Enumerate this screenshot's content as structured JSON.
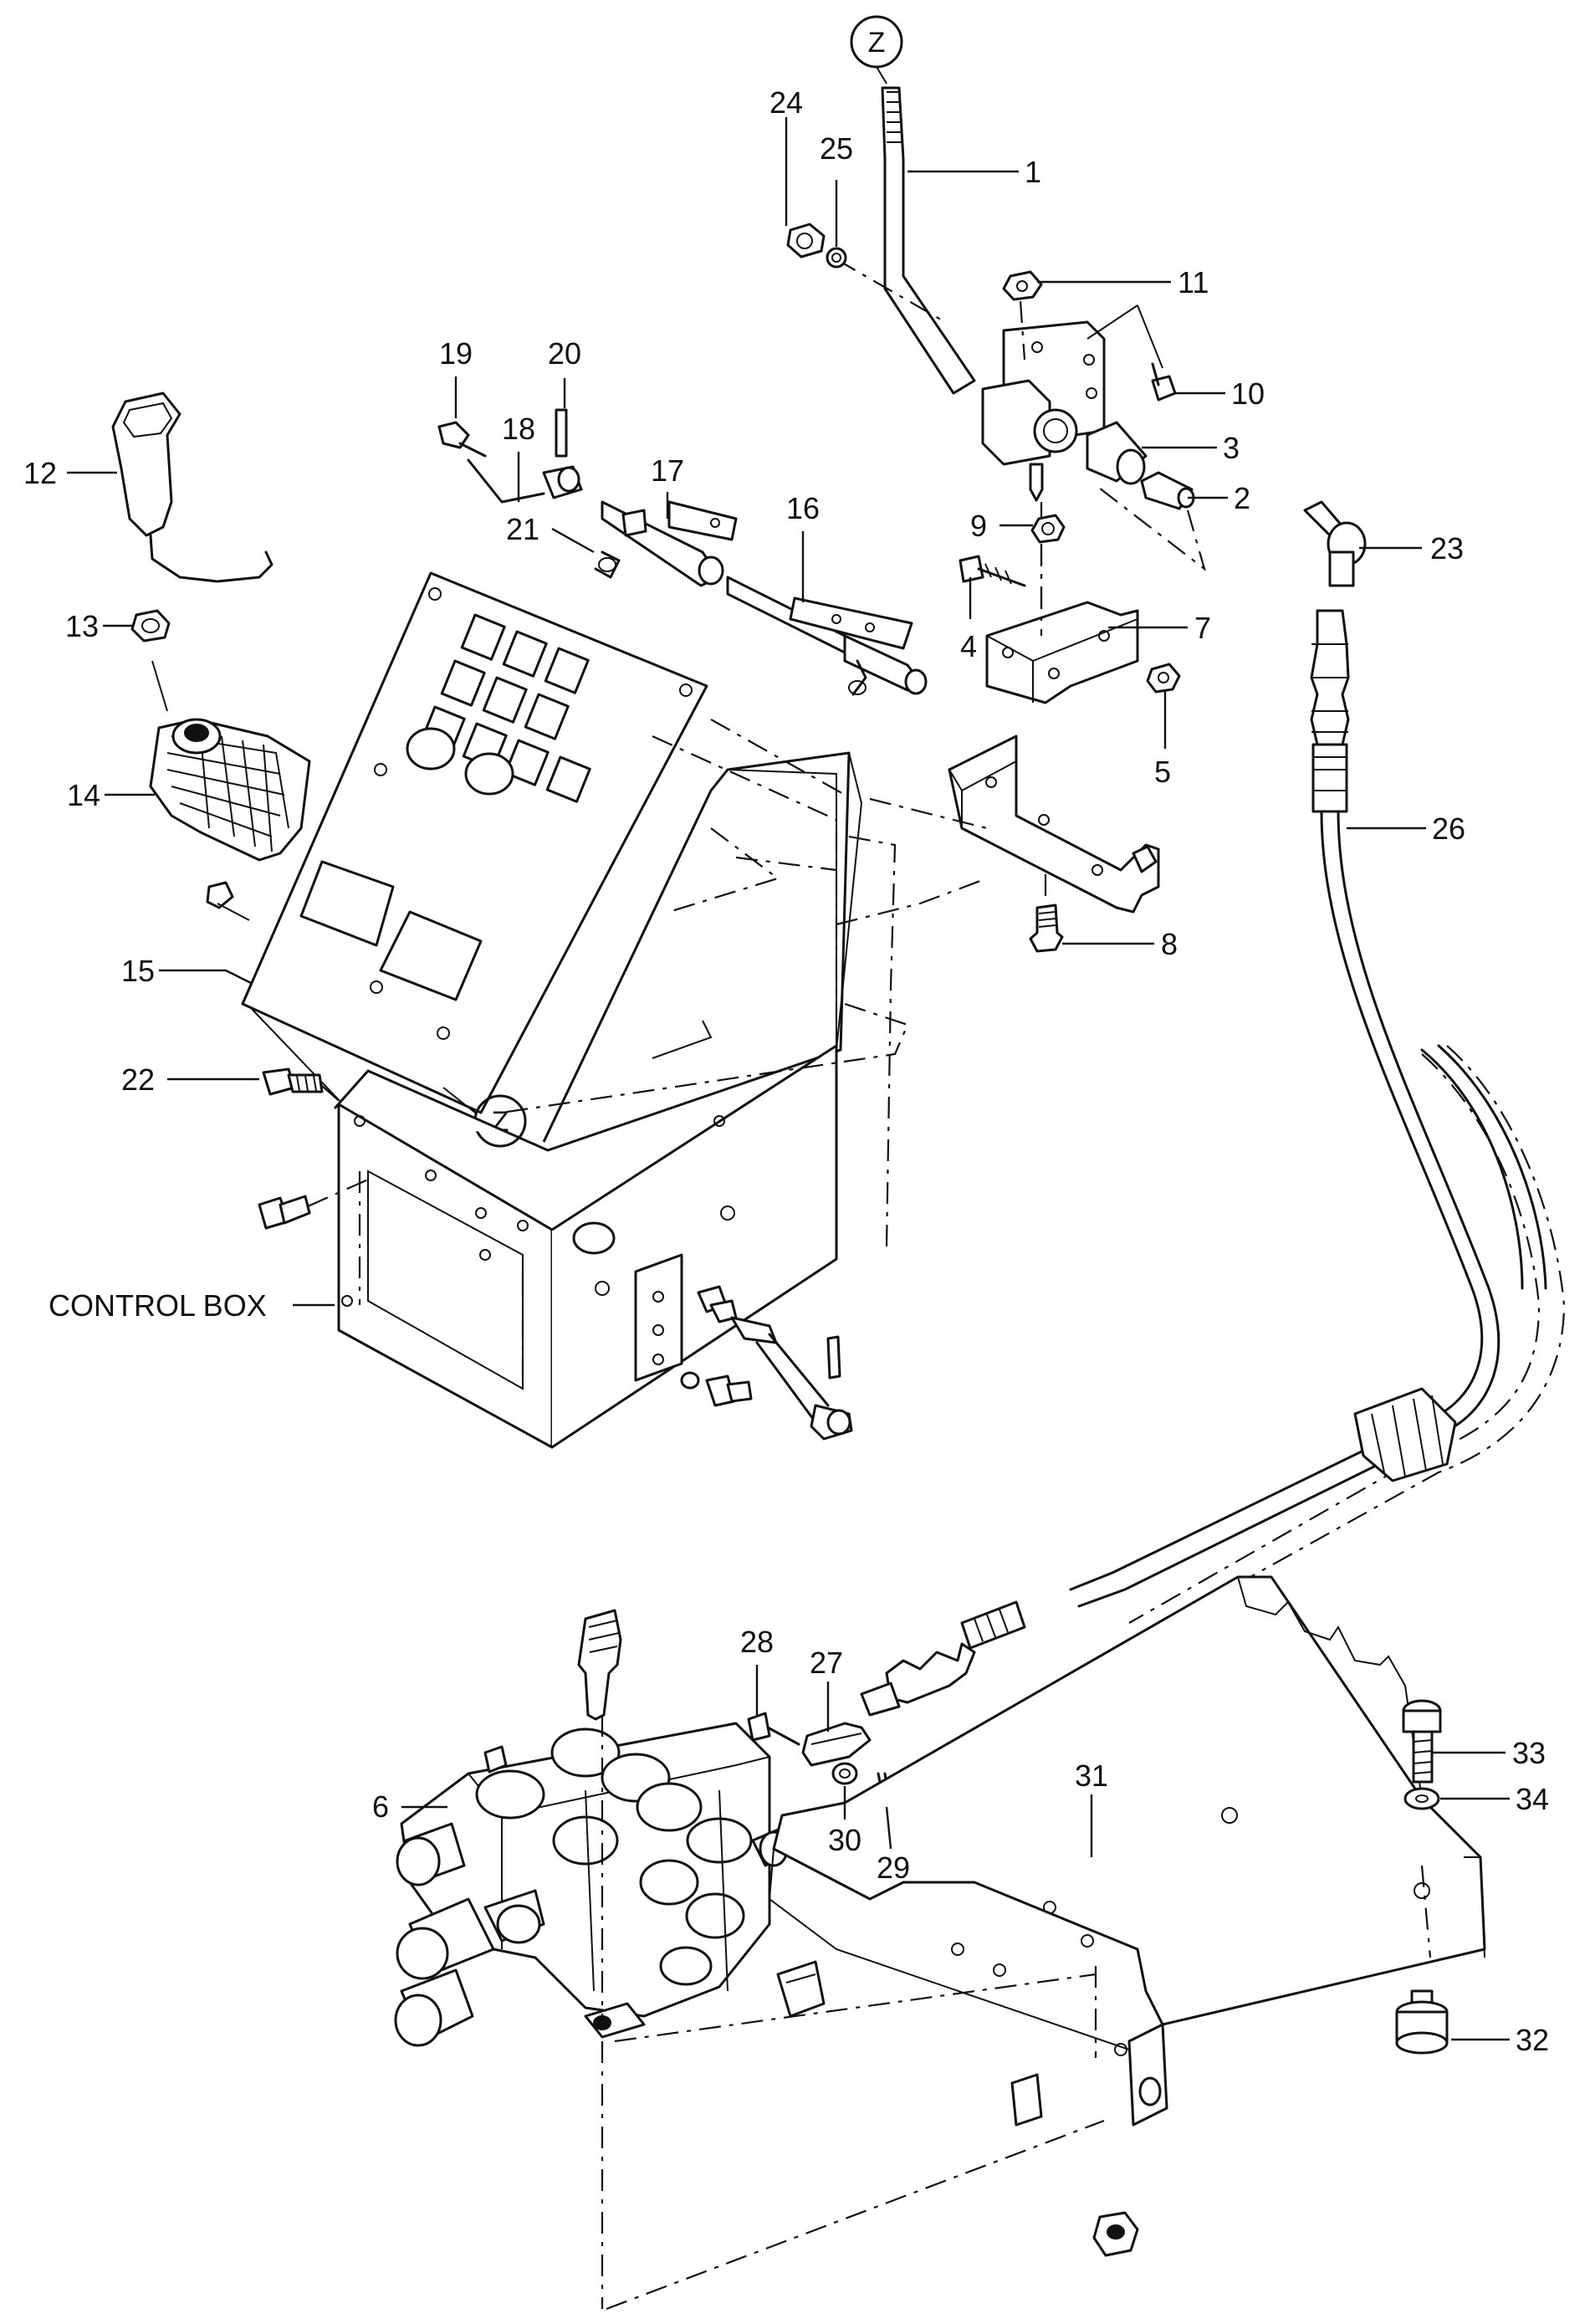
{
  "diagram": {
    "view_marker": "Z",
    "control_box_label": "CONTROL BOX",
    "callouts": {
      "p1": "1",
      "p2": "2",
      "p3": "3",
      "p4": "4",
      "p5": "5",
      "p6": "6",
      "p7": "7",
      "p8": "8",
      "p9": "9",
      "p10": "10",
      "p11": "11",
      "p12": "12",
      "p13": "13",
      "p14": "14",
      "p15": "15",
      "p16": "16",
      "p17": "17",
      "p18": "18",
      "p19": "19",
      "p20": "20",
      "p21": "21",
      "p22": "22",
      "p23": "23",
      "p24": "24",
      "p25": "25",
      "p26": "26",
      "p27": "27",
      "p28": "28",
      "p29": "29",
      "p30": "30",
      "p31": "31",
      "p32": "32",
      "p33": "33",
      "p34": "34"
    }
  }
}
